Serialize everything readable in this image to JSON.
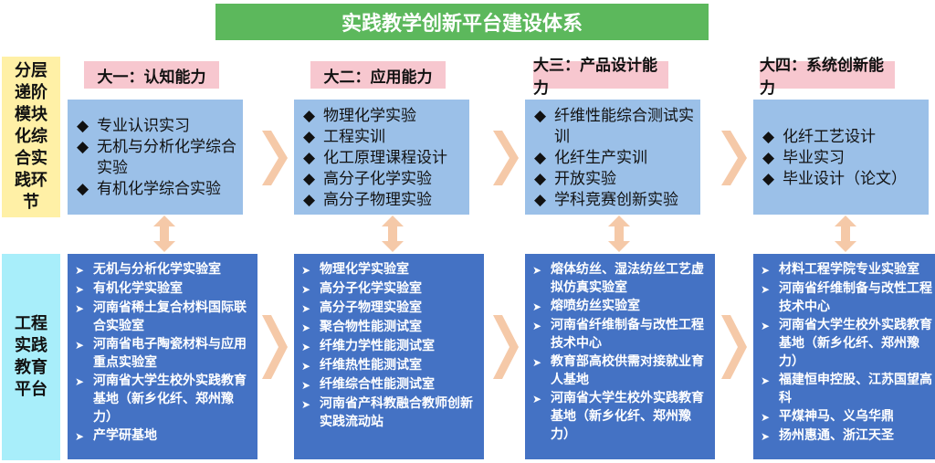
{
  "title": "实践教学创新平台建设体系",
  "side_labels": {
    "top": "分层递阶模块化综合实践环节",
    "bottom": "工程实践教育平台"
  },
  "columns": [
    {
      "header": "大一：认知能力",
      "top_items": [
        "专业认识实习",
        "无机与分析化学综合实验",
        "有机化学综合实验"
      ],
      "bottom_items": [
        "无机与分析化学实验室",
        "有机化学实验室",
        "河南省稀土复合材料国际联合实验室",
        "河南省电子陶瓷材料与应用重点实验室",
        "河南省大学生校外实践教育基地（新乡化纤、郑州豫力）",
        "产学研基地"
      ]
    },
    {
      "header": "大二：应用能力",
      "top_items": [
        "物理化学实验",
        "工程实训",
        "化工原理课程设计",
        "高分子化学实验",
        "高分子物理实验"
      ],
      "bottom_items": [
        "物理化学实验室",
        "高分子化学实验室",
        "高分子物理实验室",
        "聚合物性能测试室",
        "纤维力学性能测试室",
        "纤维热性能测试室",
        "纤维综合性能测试室",
        "河南省产科教融合教师创新实践流动站"
      ]
    },
    {
      "header": "大三：产品设计能力",
      "top_items": [
        "纤维性能综合测试实训",
        "化纤生产实训",
        "开放实验",
        "学科竞赛创新实验"
      ],
      "bottom_items": [
        "熔体纺丝、湿法纺丝工艺虚拟仿真实验室",
        "熔喷纺丝实验室",
        "河南省纤维制备与改性工程技术中心",
        "教育部高校供需对接就业育人基地",
        "河南省大学生校外实践教育基地（新乡化纤、郑州豫力）"
      ]
    },
    {
      "header": "大四：系统创新能力",
      "top_items": [
        "化纤工艺设计",
        "毕业实习",
        "毕业设计（论文）"
      ],
      "bottom_items": [
        "材料工程学院专业实验室",
        "河南省纤维制备与改性工程技术中心",
        "河南省大学生校外实践教育基地（新乡化纤、郑州豫力）",
        "福建恒申控股、江苏国望高科",
        "平煤神马、义乌华鼎",
        "扬州惠通、浙江天圣"
      ]
    }
  ],
  "icons": {
    "top_bullet": "diamond-bullet-icon",
    "bottom_bullet": "arrow-bullet-icon"
  },
  "colors": {
    "title_bg": "#5cb85c",
    "header_bg": "#f7c7cf",
    "top_box_bg": "#9bc0e8",
    "bottom_box_bg": "#4472c4",
    "side_top_bg": "#fff0a6",
    "side_bottom_bg": "#a8eefa",
    "arrow": "#f5c9a8"
  }
}
